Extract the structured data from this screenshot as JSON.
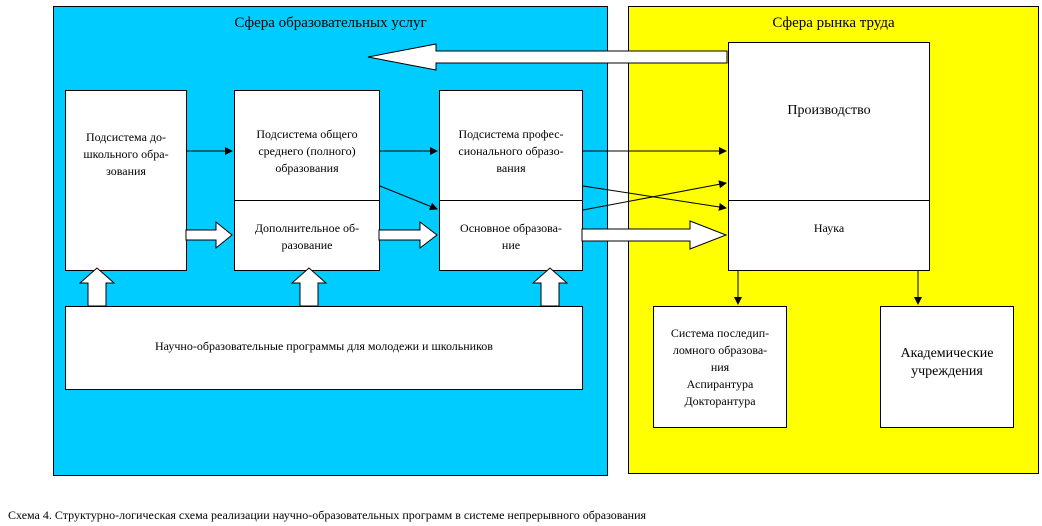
{
  "regions": {
    "education": {
      "title": "Сфера образовательных услуг",
      "color": "#00CCFF"
    },
    "labor": {
      "title": "Сфера рынка труда",
      "color": "#FFFF00"
    }
  },
  "boxes": {
    "preschool": "Подсистема до-\nшкольного обра-\nзования",
    "general_top": "Подсистема общего\nсреднего (полного)\nобразования",
    "general_bottom": "Дополнительное об-\nразование",
    "prof_top": "Подсистема профес-\nсионального образо-\nвания",
    "prof_bottom": "Основное образова-\nние",
    "programs": "Научно-образовательные программы для молодежи и школьников",
    "production": "Производство",
    "science": "Наука",
    "postgrad": "Система последип-\nломного образова-\nния\nАспирантура\nДокторантура",
    "academic": "Академические\nучреждения"
  },
  "caption": "Схема 4. Структурно-логическая схема реализации научно-образовательных программ в системе непрерывного образования"
}
